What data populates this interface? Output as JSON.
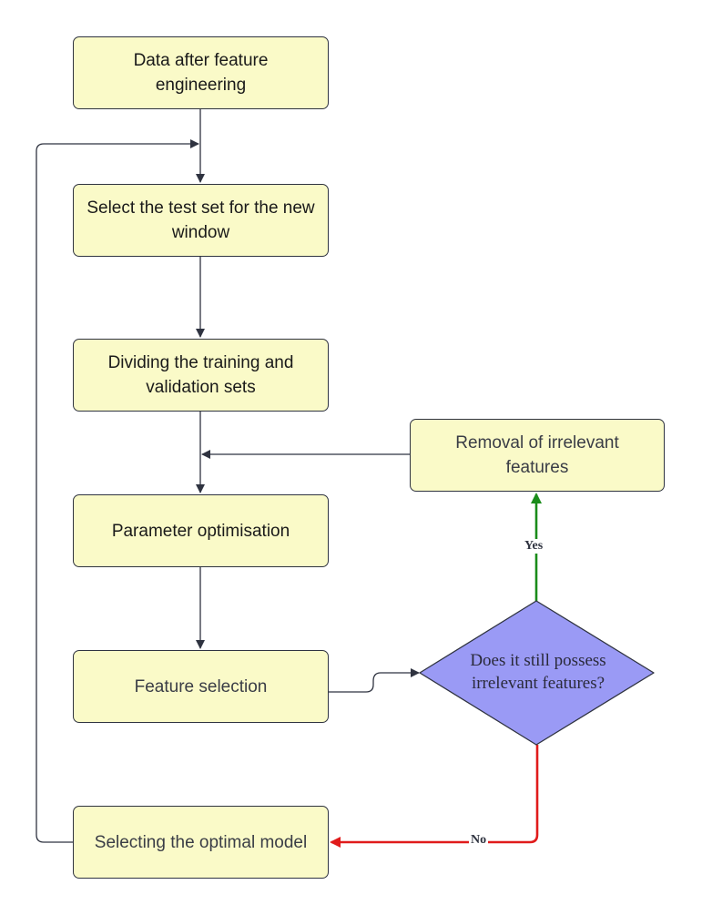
{
  "nodes": {
    "data_after_fe": "Data after feature engineering",
    "select_test_set": "Select the test set for the new window",
    "dividing_sets": "Dividing the training and validation sets",
    "parameter_optimisation": "Parameter optimisation",
    "feature_selection": "Feature selection",
    "selecting_optimal_model": "Selecting the optimal model",
    "removal_irrelevant": "Removal of irrelevant features",
    "decision": "Does it still possess irrelevant features?"
  },
  "edges": {
    "yes_label": "Yes",
    "no_label": "No"
  },
  "colors": {
    "process_fill": "#fafac8",
    "decision_fill": "#9a9af5",
    "connector": "#2f3340",
    "yes_arrow": "#1a8c1a",
    "no_arrow": "#e01b1b"
  }
}
